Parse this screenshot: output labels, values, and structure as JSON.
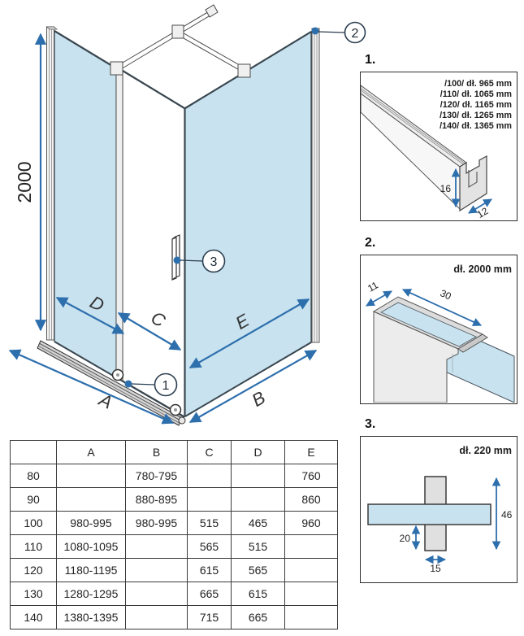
{
  "colors": {
    "glass": "#c8e2ef",
    "arrow": "#2d6fad",
    "callout": "#2b3e50"
  },
  "main": {
    "height_dim": "2000",
    "dim_a": "A",
    "dim_b": "B",
    "dim_c": "C",
    "dim_d": "D",
    "dim_e": "E",
    "callout_1": "1",
    "callout_2": "2",
    "callout_3": "3"
  },
  "details": [
    {
      "label": "1.",
      "lines": [
        "/100/ dł. 965 mm",
        "/110/ dł. 1065 mm",
        "/120/ dł. 1165 mm",
        "/130/ dł. 1265 mm",
        "/140/ dł. 1365 mm"
      ],
      "dim_height": "16",
      "dim_depth": "12"
    },
    {
      "label": "2.",
      "length": "dł. 2000 mm",
      "dim_width": "11",
      "dim_depth": "30"
    },
    {
      "label": "3.",
      "length": "dł. 220 mm",
      "dim_height": "46",
      "dim_inset": "20",
      "dim_width": "15"
    }
  ],
  "table": {
    "headers": [
      "",
      "A",
      "B",
      "C",
      "D",
      "E"
    ],
    "rows": [
      {
        "cells": [
          "80",
          "",
          "780-795",
          "",
          "",
          "760"
        ]
      },
      {
        "cells": [
          "90",
          "",
          "880-895",
          "",
          "",
          "860"
        ]
      },
      {
        "cells": [
          "100",
          "980-995",
          "980-995",
          "515",
          "465",
          "960"
        ]
      },
      {
        "cells": [
          "110",
          "1080-1095",
          "",
          "565",
          "515",
          ""
        ]
      },
      {
        "cells": [
          "120",
          "1180-1195",
          "",
          "615",
          "565",
          ""
        ]
      },
      {
        "cells": [
          "130",
          "1280-1295",
          "",
          "665",
          "615",
          ""
        ]
      },
      {
        "cells": [
          "140",
          "1380-1395",
          "",
          "715",
          "665",
          ""
        ]
      }
    ]
  }
}
